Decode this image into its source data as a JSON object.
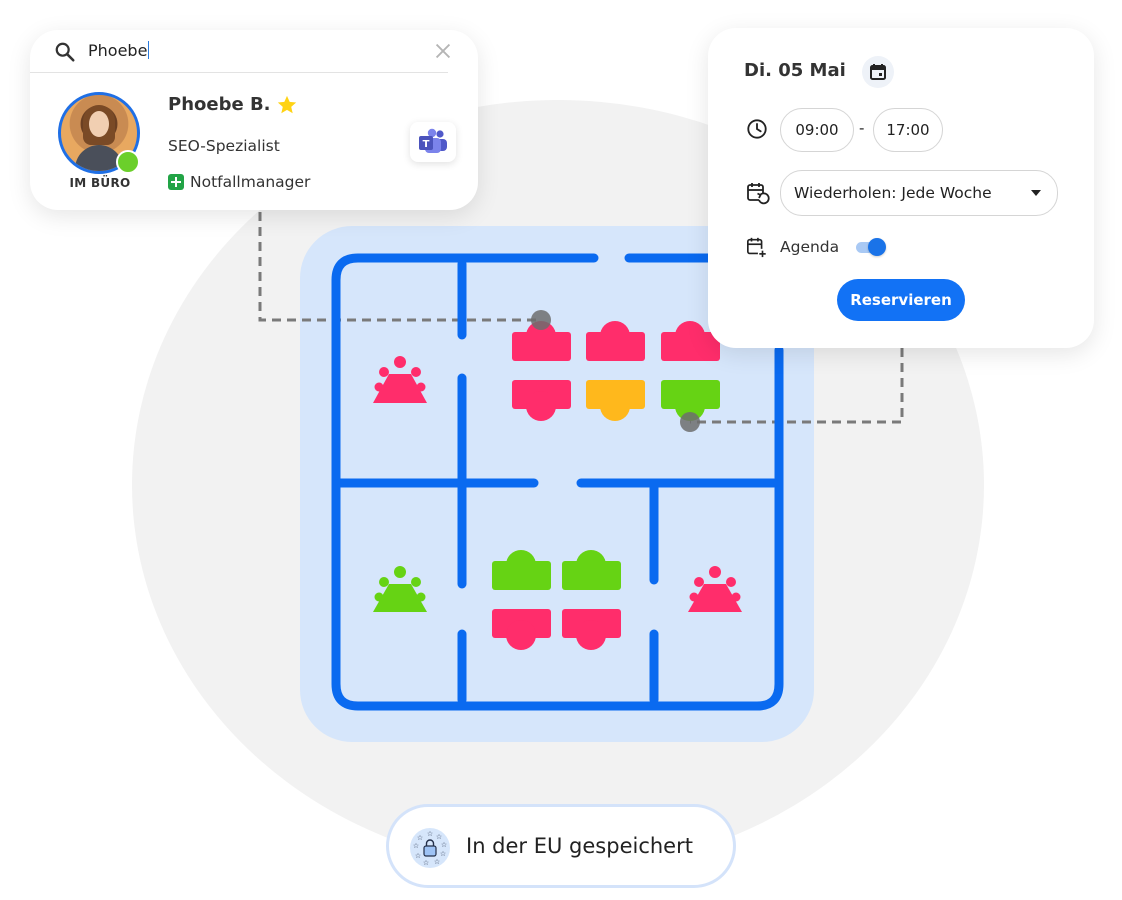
{
  "search": {
    "query": "Phoebe"
  },
  "person": {
    "name": "Phoebe B.",
    "role": "SEO-Spezialist",
    "badge": "Notfallmanager",
    "presence": "IM BÜRO",
    "presence_color": "#6bcf2b",
    "favorite_icon": "star-icon",
    "app_icon": "teams-icon"
  },
  "booking": {
    "date": "Di. 05 Mai",
    "time_start": "09:00",
    "time_separator": "-",
    "time_end": "17:00",
    "repeat": "Wiederholen: Jede Woche",
    "agenda_label": "Agenda",
    "agenda_enabled": true,
    "reserve_label": "Reservieren"
  },
  "floorplan": {
    "colors": {
      "walls": "#0a6af0",
      "occupied": "#ff2d6b",
      "available": "#66d314",
      "reserved": "#ffb81c"
    },
    "desk_statuses_top": [
      "occupied",
      "occupied",
      "occupied",
      "occupied",
      "reserved",
      "available"
    ],
    "desk_statuses_bottom": [
      "available",
      "available",
      "occupied",
      "occupied"
    ],
    "meeting_rooms": [
      "occupied",
      "available",
      "occupied"
    ]
  },
  "footer": {
    "eu_storage": "In der EU gespeichert"
  }
}
